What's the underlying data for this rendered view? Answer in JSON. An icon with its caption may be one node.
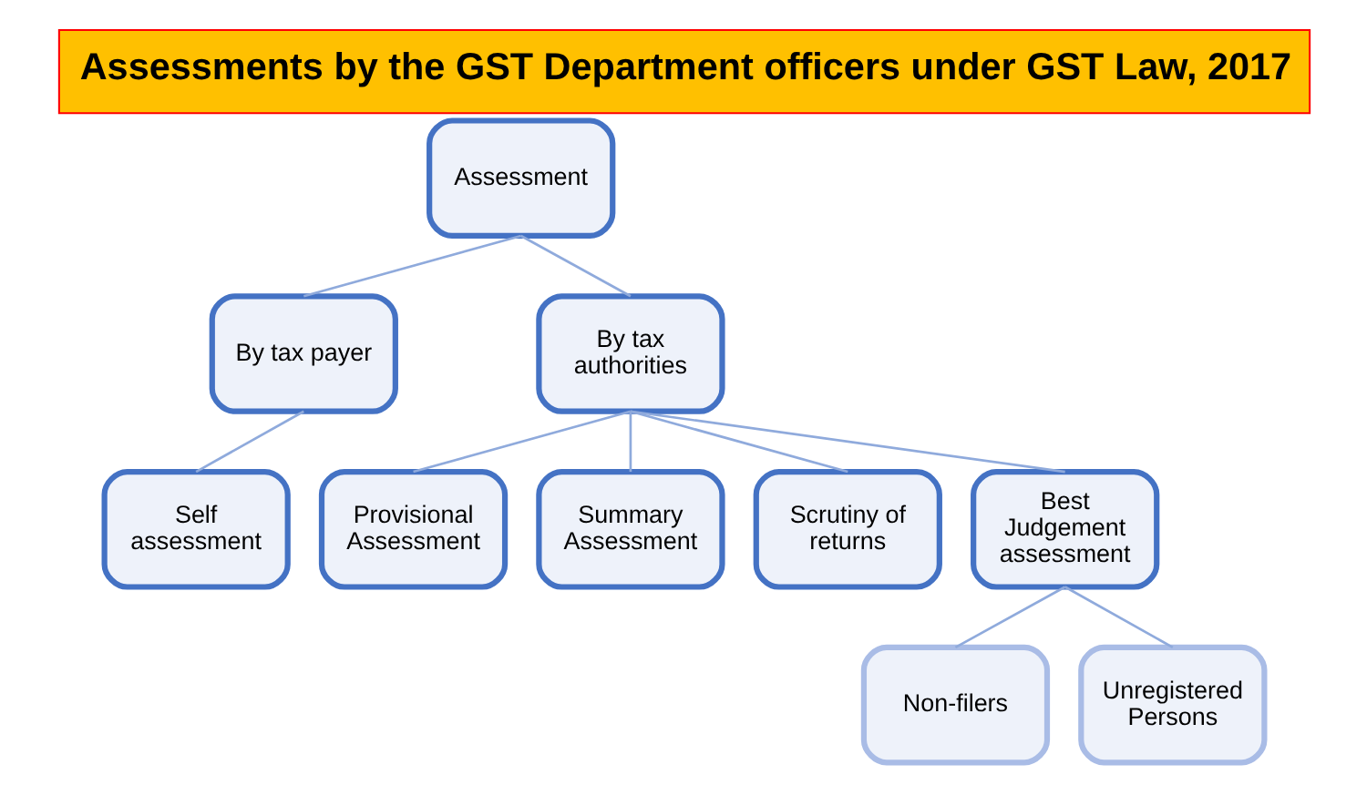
{
  "diagram": {
    "title": "Assessments by the GST Department officers under GST Law, 2017",
    "nodes": [
      {
        "text": [
          "Assessment"
        ]
      },
      {
        "text": [
          "By tax payer"
        ]
      },
      {
        "text": [
          "By tax authorities"
        ]
      },
      {
        "text": [
          "Self assessment"
        ]
      },
      {
        "text": [
          "Provisional Assessment"
        ]
      },
      {
        "text": [
          "Summary Assessment"
        ]
      },
      {
        "text": [
          "Scrutiny of returns"
        ]
      },
      {
        "text": [
          "Best Judgement assessment"
        ]
      },
      {
        "text": [
          "Non-filers"
        ]
      },
      {
        "text": [
          "Unregistered Persons"
        ]
      }
    ],
    "edges": [
      {
        "from": 0,
        "to": 1,
        "arrow": "none"
      },
      {
        "from": 0,
        "to": 2,
        "arrow": "none"
      },
      {
        "from": 1,
        "to": 3,
        "arrow": "none"
      },
      {
        "from": 2,
        "to": 4,
        "arrow": "none"
      },
      {
        "from": 2,
        "to": 5,
        "arrow": "none"
      },
      {
        "from": 2,
        "to": 6,
        "arrow": "none"
      },
      {
        "from": 2,
        "to": 7,
        "arrow": "none"
      },
      {
        "from": 7,
        "to": 8,
        "arrow": "none"
      },
      {
        "from": 7,
        "to": 9,
        "arrow": "none"
      }
    ]
  }
}
